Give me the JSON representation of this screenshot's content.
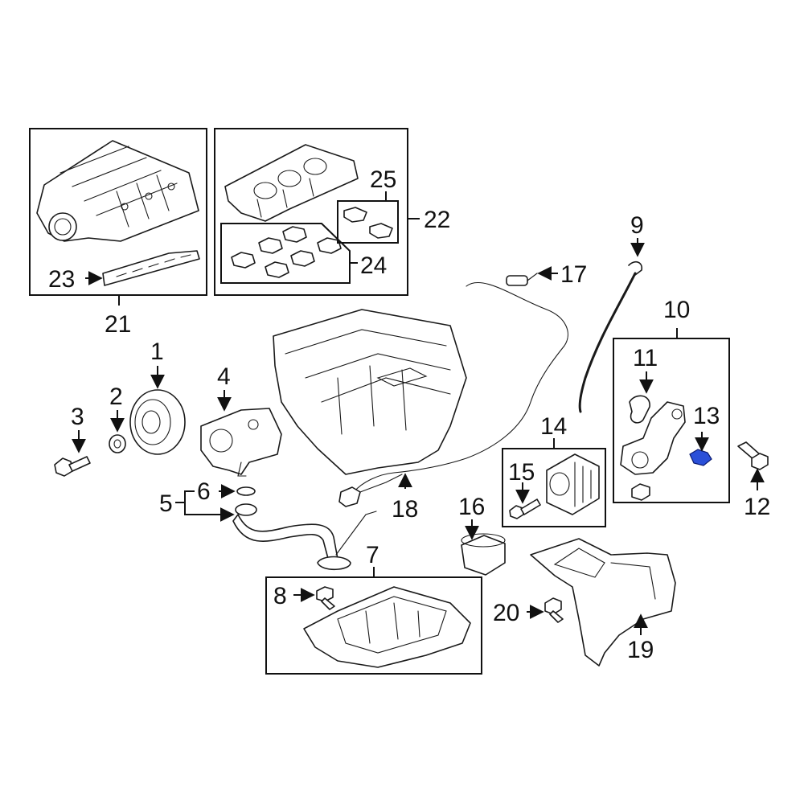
{
  "callouts": {
    "c1": "1",
    "c2": "2",
    "c3": "3",
    "c4": "4",
    "c5": "5",
    "c6": "6",
    "c7": "7",
    "c8": "8",
    "c9": "9",
    "c10": "10",
    "c11": "11",
    "c12": "12",
    "c13": "13",
    "c14": "14",
    "c15": "15",
    "c16": "16",
    "c17": "17",
    "c18": "18",
    "c19": "19",
    "c20": "20",
    "c21": "21",
    "c22": "22",
    "c23": "23",
    "c24": "24",
    "c25": "25"
  },
  "highlight_color": "#2a4fd8"
}
